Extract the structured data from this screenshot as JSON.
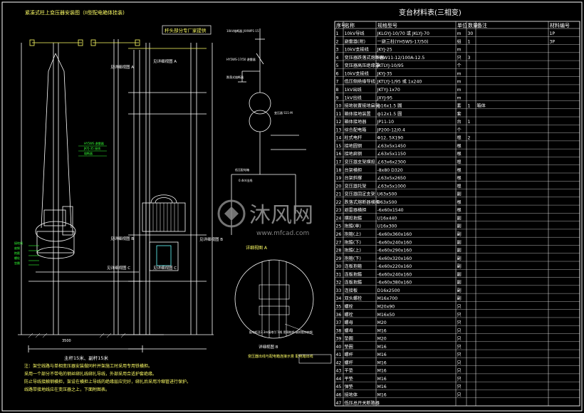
{
  "left_title": "紧凑式柱上变压器安装图（II型配电箱体挂装)",
  "left_labels": {
    "top_box": "杆头部分",
    "detail_a": "见详细视图 A",
    "detail_b": "见详细视图 B",
    "detail_c": "见详细视图 C",
    "pole_note": "主杆15米、副杆15米",
    "dim_bottom": "3500"
  },
  "middle_top_header": "杆头部分专厂家提供",
  "middle_labels": {
    "detail_a": "见详细视图 A",
    "detail_b": "见详细视图 B",
    "detail_c": "见详细视图 C"
  },
  "schematic_labels": [
    "10kV熔断器 JXXWP1-15",
    "HY5WS-17/50 避雷器",
    "跌落式熔断器",
    "变压器 S11-M",
    "低压配电箱",
    "0.4kV出线"
  ],
  "detail_a_title": "详细视图 A",
  "detail_b_title": "详细视图 B",
  "detail_b_note1": "配电柜及3.3m接地引下线 用铜绞线 或热镀锌扁钢",
  "detail_b_note2": "详细视图 B",
  "detail_c_title": "变压器出线与配电箱连接示意 配电箱出线",
  "notes": [
    "注：架空线路与单相变压器安装做同杆并架施工时采用专用铁横担。",
    "    采用一个部分不带电的钢丝绑扎线绑扎导线，外部采用合适护套绝缘。",
    "    防止导线接触钢横担，架设在横担上导线的绝缘层应完好，绑扎后采用冷缩管进行保护。",
    "    线路带接地线应在变压器之上，下面附图表。"
  ],
  "table": {
    "title": "变台材料表(三相变)",
    "headers": [
      "序号",
      "名称",
      "规格型号",
      "单位",
      "数量",
      "备注",
      "材料编号"
    ],
    "rows": [
      [
        "1",
        "10kV导线",
        "JKLGYJ-10/70 或 JKLYJ-70",
        "m",
        "30",
        "",
        "1P"
      ],
      [
        "2",
        "避雷器(附)",
        "一避三柱(YH5WS-17/50)",
        "组",
        "1",
        "",
        "3P"
      ],
      [
        "3",
        "10kV支接线",
        "JKYJ-25",
        "m",
        "",
        "",
        ""
      ],
      [
        "4",
        "变压器跌落式熔断器",
        "HRW11-12/100A-12.5",
        "只",
        "3",
        "",
        ""
      ],
      [
        "5",
        "变压器高压绝缘罩",
        "JKTLYJ-10/95",
        "个",
        "",
        "",
        ""
      ],
      [
        "6",
        "10kV支接线",
        "JKYJ-35",
        "m",
        "",
        "",
        ""
      ],
      [
        "7",
        "低压侧绝缘导线",
        "JKTLYJ-1/95 或 1x240",
        "m",
        "",
        "",
        ""
      ],
      [
        "8",
        "1kV出线",
        "JKTYJ-1x70",
        "m",
        "",
        "",
        ""
      ],
      [
        "9",
        "1kV出线",
        "JXYJ-95",
        "m",
        "",
        "",
        ""
      ],
      [
        "10",
        "接地装置接地扁钢",
        "ф16x1.5 圆",
        "套",
        "1",
        "箱体",
        ""
      ],
      [
        "11",
        "箱体接地装置",
        "ф12x1.5 圆",
        "套",
        "",
        "",
        ""
      ],
      [
        "12",
        "箱体接地器",
        "JP11-10",
        "台",
        "1",
        "",
        ""
      ],
      [
        "13",
        "综合配电箱",
        "JP200-12/0.4",
        "个",
        "",
        "",
        ""
      ],
      [
        "14",
        "柱式电杆",
        "Φ12, 5X190",
        "根",
        "2",
        "",
        ""
      ],
      [
        "15",
        "接地圆钢",
        "∠63x5x1450",
        "根",
        "",
        "",
        ""
      ],
      [
        "16",
        "接地扁钢",
        "∠63x5x1150",
        "根",
        "",
        "",
        ""
      ],
      [
        "17",
        "变压器支架横担",
        "∠63x6x2300",
        "根",
        "",
        "",
        ""
      ],
      [
        "18",
        "台架横担",
        "-8x80 D320",
        "根",
        "",
        "",
        ""
      ],
      [
        "19",
        "台架斜撑",
        "∠63x5x2650",
        "根",
        "",
        "",
        ""
      ],
      [
        "20",
        "变压器托架",
        "∠63x5x1000",
        "根",
        "",
        "",
        ""
      ],
      [
        "21",
        "变压器固定支架",
        "U63x500",
        "副",
        "",
        "",
        ""
      ],
      [
        "22",
        "跌落式熔断器横担",
        "U63x500",
        "根",
        "",
        "",
        ""
      ],
      [
        "23",
        "避雷器横担",
        "-6x60x1540",
        "根",
        "",
        "",
        ""
      ],
      [
        "24",
        "横担抱箍",
        "U16x440",
        "副",
        "",
        "",
        ""
      ],
      [
        "25",
        "抱箍(单)",
        "U16x300",
        "副",
        "",
        "",
        ""
      ],
      [
        "26",
        "抱箍(上)",
        "-6x60x360x160",
        "副",
        "",
        "",
        ""
      ],
      [
        "27",
        "抱箍(下)",
        "-6x60x240x160",
        "副",
        "",
        "",
        ""
      ],
      [
        "28",
        "抱箍(上)",
        "-6x60x290x160",
        "副",
        "",
        "",
        ""
      ],
      [
        "29",
        "抱箍(下)",
        "-6x60x320x160",
        "副",
        "",
        "",
        ""
      ],
      [
        "30",
        "连板抱箍",
        "-6x60x220x160",
        "副",
        "",
        "",
        ""
      ],
      [
        "31",
        "连板抱箍",
        "-6x60x240x160",
        "副",
        "",
        "",
        ""
      ],
      [
        "32",
        "连板抱箍",
        "-6x60x380x160",
        "副",
        "",
        "",
        ""
      ],
      [
        "33",
        "连接板",
        "D16x2500",
        "副",
        "",
        "",
        ""
      ],
      [
        "34",
        "双头螺栓",
        "M16x700",
        "副",
        "",
        "",
        ""
      ],
      [
        "35",
        "螺栓",
        "M20x90",
        "只",
        "",
        "",
        ""
      ],
      [
        "36",
        "螺栓",
        "M16x50",
        "只",
        "",
        "",
        ""
      ],
      [
        "37",
        "螺母",
        "M20",
        "只",
        "",
        "",
        ""
      ],
      [
        "38",
        "螺母",
        "M16",
        "只",
        "",
        "",
        ""
      ],
      [
        "39",
        "垫圈",
        "M20",
        "只",
        "",
        "",
        ""
      ],
      [
        "40",
        "垫圈",
        "M16",
        "只",
        "",
        "",
        ""
      ],
      [
        "41",
        "螺杆",
        "M16",
        "只",
        "",
        "",
        ""
      ],
      [
        "42",
        "螺杆",
        "M16",
        "只",
        "",
        "",
        ""
      ],
      [
        "43",
        "平垫",
        "M16",
        "只",
        "",
        "",
        ""
      ],
      [
        "44",
        "平垫",
        "M16",
        "只",
        "",
        "",
        ""
      ],
      [
        "45",
        "弹垫",
        "M16",
        "只",
        "",
        "",
        ""
      ],
      [
        "46",
        "接地体",
        "M16",
        "只",
        "",
        "",
        ""
      ],
      [
        "47",
        "低压总开关断路器",
        "",
        "",
        "",
        "",
        ""
      ]
    ]
  },
  "watermark": {
    "cn": "沐风网",
    "url": "www.mfcad.com"
  },
  "colors": {
    "background": "#000000",
    "line": "#ffffff",
    "highlight_yellow": "#ffff66",
    "highlight_green": "#33ff33",
    "highlight_red": "#ff3333",
    "highlight_cyan": "#66ffff"
  }
}
